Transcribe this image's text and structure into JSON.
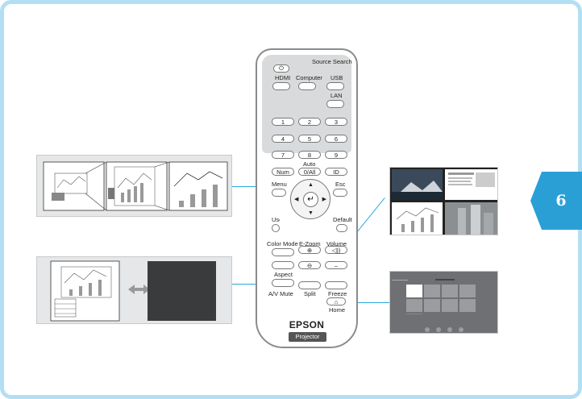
{
  "chapter": {
    "number": "6"
  },
  "remote": {
    "source_search": "Source Search",
    "power_icon": "power-icon",
    "hdmi": "HDMI",
    "computer": "Computer",
    "usb": "USB",
    "lan": "LAN",
    "num_keys": [
      "1",
      "2",
      "3",
      "4",
      "5",
      "6",
      "7",
      "8",
      "9"
    ],
    "auto": "Auto",
    "num": "Num",
    "zero_all": "0/All",
    "id": "ID",
    "menu": "Menu",
    "esc": "Esc",
    "user": "User",
    "default": "Default",
    "color_mode": "Color Mode",
    "e_zoom": "E-Zoom",
    "volume": "Volume",
    "aspect": "Aspect",
    "av_mute": "A/V Mute",
    "split": "Split",
    "freeze": "Freeze",
    "home": "Home",
    "brand": "EPSON",
    "projector": "Projector"
  },
  "colors": {
    "callout": "#2aa8dc",
    "tab": "#2a9fd6",
    "frame": "#b3dff4"
  }
}
